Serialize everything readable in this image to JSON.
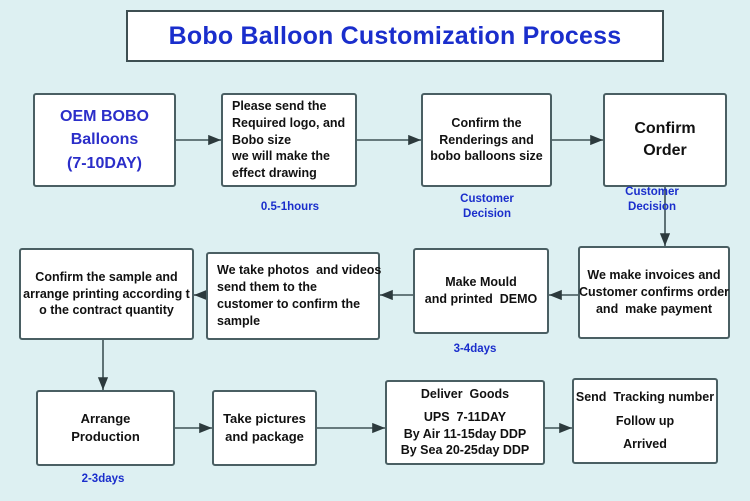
{
  "title": {
    "text": "Bobo Balloon Customization Process",
    "color": "#1a2ecc"
  },
  "theme": {
    "background": "#ddf0f2",
    "box_background": "#ffffff",
    "box_border": "#4a5f63",
    "accent_blue": "#1a2ecc",
    "text": "#111111"
  },
  "nodes": {
    "oem": {
      "lines": [
        "OEM BOBO",
        "Balloons",
        "(7-10DAY)"
      ]
    },
    "send_logo": {
      "lines": [
        "Please send the",
        "Required logo, and",
        "Bobo size",
        "we will make the",
        "effect drawing"
      ]
    },
    "confirm_render": {
      "lines": [
        "Confirm the",
        "Renderings and",
        "bobo balloons size"
      ]
    },
    "confirm_order": {
      "lines": [
        "Confirm",
        "Order"
      ]
    },
    "invoices": {
      "lines": [
        "We make invoices and",
        "Customer confirms order",
        "and  make payment"
      ]
    },
    "mould": {
      "lines": [
        "Make Mould",
        "and printed  DEMO"
      ]
    },
    "photos": {
      "lines": [
        "We take photos  and videos",
        "send them to the",
        "customer to confirm the",
        "sample"
      ]
    },
    "confirm_sample": {
      "lines": [
        "Confirm the sample and",
        "arrange printing according t",
        "o the contract quantity"
      ]
    },
    "arrange_production": {
      "lines": [
        "Arrange",
        "Production"
      ]
    },
    "take_pictures": {
      "lines": [
        "Take pictures",
        "and package"
      ]
    },
    "deliver_goods": {
      "lines": [
        "Deliver  Goods",
        "",
        "UPS  7-11DAY",
        "By Air 11-15day DDP",
        "By Sea 20-25day DDP"
      ]
    },
    "tracking": {
      "lines": [
        "Send  Tracking number",
        "",
        "Follow up",
        "",
        "Arrived"
      ]
    }
  },
  "annotations": {
    "hours_note": "0.5-1hours",
    "customer_decision_1": "Customer\nDecision",
    "customer_decision_2": "Customer\nDecision",
    "days_3_4": "3-4days",
    "days_2_3": "2-3days"
  }
}
